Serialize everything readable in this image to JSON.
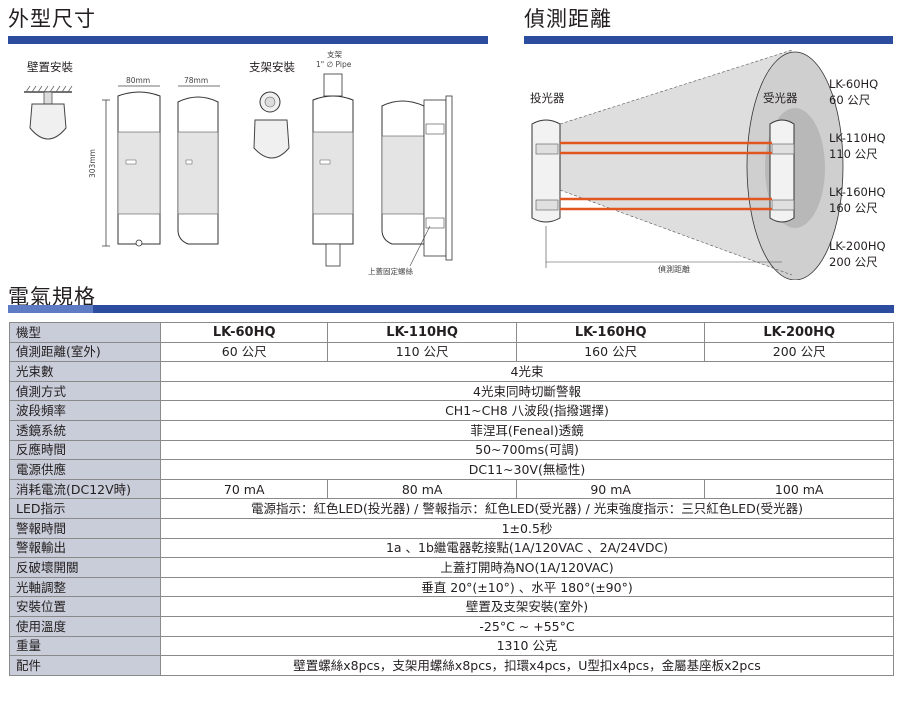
{
  "sections": {
    "dimensions": "外型尺寸",
    "distance": "偵測距離",
    "specs": "電氣規格"
  },
  "dimensions": {
    "wall_mount": "壁置安裝",
    "bracket_mount": "支架安裝",
    "width_front": "80mm",
    "width_side": "78mm",
    "height": "303mm",
    "bracket_label": "支架",
    "pipe_label": "1\" ∅ Pipe",
    "screw_note": "上蓋固定螺絲"
  },
  "distance": {
    "transmitter": "投光器",
    "receiver": "受光器",
    "range_label": "偵測距離",
    "models": [
      {
        "model": "LK-60HQ",
        "range": "60 公尺"
      },
      {
        "model": "LK-110HQ",
        "range": "110 公尺"
      },
      {
        "model": "LK-160HQ",
        "range": "160 公尺"
      },
      {
        "model": "LK-200HQ",
        "range": "200 公尺"
      }
    ]
  },
  "colors": {
    "header_bar": "#2c4ca0",
    "row_label_bg": "#c9cdd9",
    "beam": "#e0561e"
  },
  "specs": {
    "head": [
      "機型",
      "LK-60HQ",
      "LK-110HQ",
      "LK-160HQ",
      "LK-200HQ"
    ],
    "rows": [
      {
        "label": "偵測距離(室外)",
        "values": [
          "60 公尺",
          "110 公尺",
          "160 公尺",
          "200 公尺"
        ]
      },
      {
        "label": "光束數",
        "value": "4光束"
      },
      {
        "label": "偵測方式",
        "value": "4光束同時切斷警報"
      },
      {
        "label": "波段頻率",
        "value": "CH1~CH8 八波段(指撥選擇)"
      },
      {
        "label": "透鏡系統",
        "value": "菲涅耳(Feneal)透鏡"
      },
      {
        "label": "反應時間",
        "value": "50~700ms(可調)"
      },
      {
        "label": "電源供應",
        "value": "DC11~30V(無極性)"
      },
      {
        "label": "消耗電流(DC12V時)",
        "values": [
          "70 mA",
          "80 mA",
          "90 mA",
          "100 mA"
        ]
      },
      {
        "label": "LED指示",
        "value": "電源指示：紅色LED(投光器) / 警報指示：紅色LED(受光器) / 光束強度指示：三只紅色LED(受光器)"
      },
      {
        "label": "警報時間",
        "value": "1±0.5秒"
      },
      {
        "label": "警報輸出",
        "value": "1a 、1b繼電器乾接點(1A/120VAC 、2A/24VDC)"
      },
      {
        "label": "反破壞開關",
        "value": "上蓋打開時為NO(1A/120VAC)"
      },
      {
        "label": "光軸調整",
        "value": "垂直 20°(±10°) 、水平 180°(±90°)"
      },
      {
        "label": "安裝位置",
        "value": "壁置及支架安裝(室外)"
      },
      {
        "label": "使用溫度",
        "value": "-25°C ~ +55°C"
      },
      {
        "label": "重量",
        "value": "1310 公克"
      },
      {
        "label": "配件",
        "value": "壁置螺絲x8pcs，支架用螺絲x8pcs，扣環x4pcs，U型扣x4pcs，金屬基座板x2pcs"
      }
    ]
  }
}
